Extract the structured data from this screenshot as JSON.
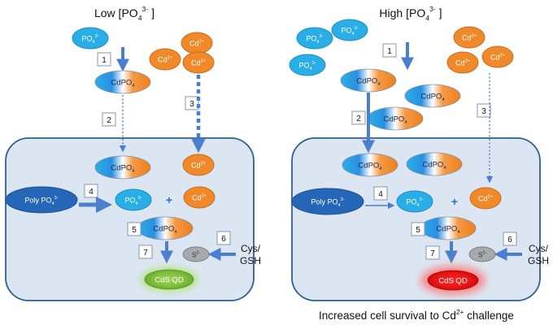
{
  "colors": {
    "phosphate": "#29aee8",
    "cadmium": "#f0892a",
    "cdpo4_mid": "#ffffff",
    "cell_fill": "#dce6f2",
    "cell_stroke": "#2e5f93",
    "arrow": "#4a7fcf",
    "polypo4": "#2666b8",
    "sulfide": "#a7a9ad",
    "qd_low": "#8bc34a",
    "qd_high": "#e11a1a",
    "box_stroke": "#8496b0"
  },
  "icons": {
    "cdpo4": "cdpo4-gradient-ellipse",
    "phosphate": "blue-ellipse",
    "cadmium": "orange-ellipse",
    "step_box": "numbered-square"
  },
  "panels": [
    {
      "title_main": "Low [PO",
      "title_sub": "4",
      "title_sup": "3-",
      "title_end": " ]",
      "qd_intensity": "low"
    },
    {
      "title_main": "High [PO",
      "title_sub": "4",
      "title_sup": "3-",
      "title_end": " ]",
      "qd_intensity": "high"
    }
  ],
  "labels": {
    "po4_main": "PO",
    "po4_sub": "4",
    "po4_sup": "3-",
    "cd_main": "Cd",
    "cd_sup": "2+",
    "cdpo4_main": "CdPO",
    "cdpo4_sub": "4",
    "polypo4_main": "Poly PO",
    "polypo4_sub": "4",
    "polypo4_sup": "3-",
    "plus": "+",
    "sulfide_main": "S",
    "sulfide_sup": "2-",
    "cys_line1": "Cys/",
    "cys_line2": "GSH",
    "cds_qd": "CdS QD"
  },
  "steps": [
    "1",
    "2",
    "3",
    "4",
    "5",
    "6",
    "7"
  ],
  "caption_main": "Increased cell survival to Cd",
  "caption_sup": "2+",
  "caption_end": " challenge"
}
